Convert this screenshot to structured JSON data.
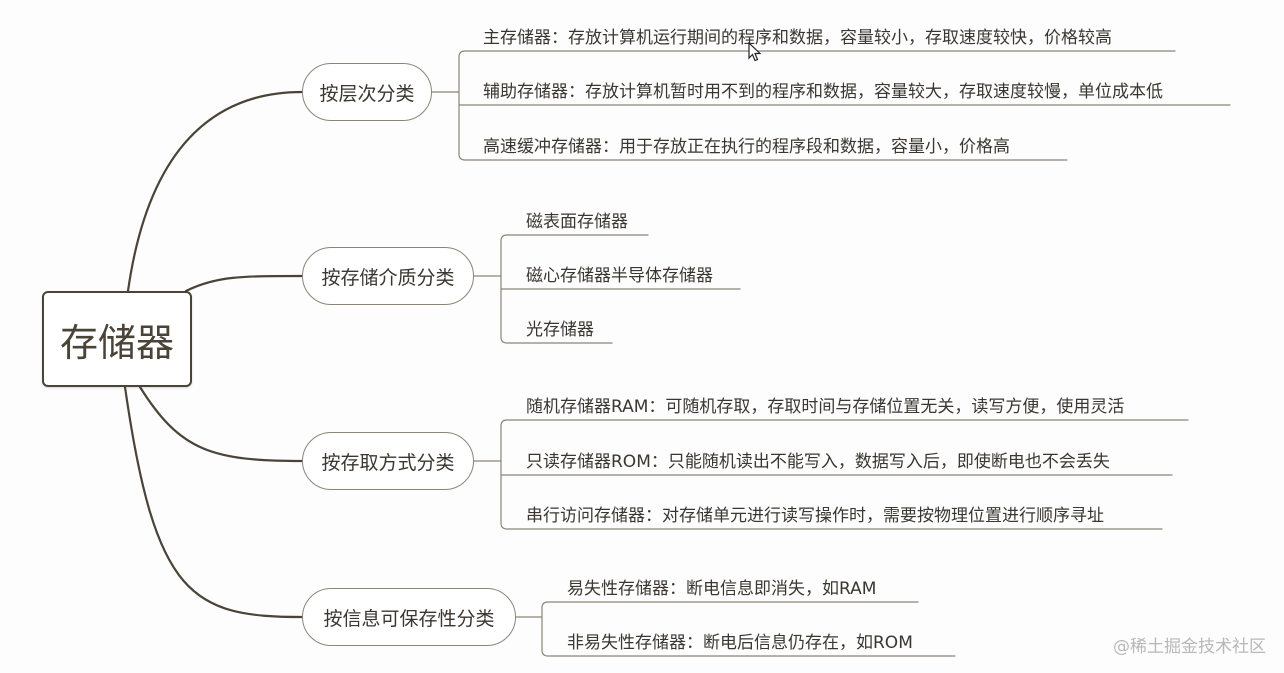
{
  "root": {
    "label": "存储器"
  },
  "branches": [
    {
      "label": "按层次分类",
      "items": [
        "主存储器：存放计算机运行期间的程序和数据，容量较小，存取速度较快，价格较高",
        "辅助存储器：存放计算机暂时用不到的程序和数据，容量较大，存取速度较慢，单位成本低",
        "高速缓冲存储器：用于存放正在执行的程序段和数据，容量小，价格高"
      ]
    },
    {
      "label": "按存储介质分类",
      "items": [
        "磁表面存储器",
        "磁心存储器半导体存储器",
        "光存储器"
      ]
    },
    {
      "label": "按存取方式分类",
      "items": [
        "随机存储器RAM：可随机存取，存取时间与存储位置无关，读写方便，使用灵活",
        "只读存储器ROM：只能随机读出不能写入，数据写入后，即使断电也不会丢失",
        "串行访问存储器：对存储单元进行读写操作时，需要按物理位置进行顺序寻址"
      ]
    },
    {
      "label": "按信息可保存性分类",
      "items": [
        "易失性存储器：断电信息即消失，如RAM",
        "非易失性存储器：断电后信息仍存在，如ROM"
      ]
    }
  ],
  "watermark": "@稀土掘金技术社区",
  "colors": {
    "main_line": "#4a4438",
    "branch_line": "#8c8577",
    "text": "#3b3630"
  }
}
